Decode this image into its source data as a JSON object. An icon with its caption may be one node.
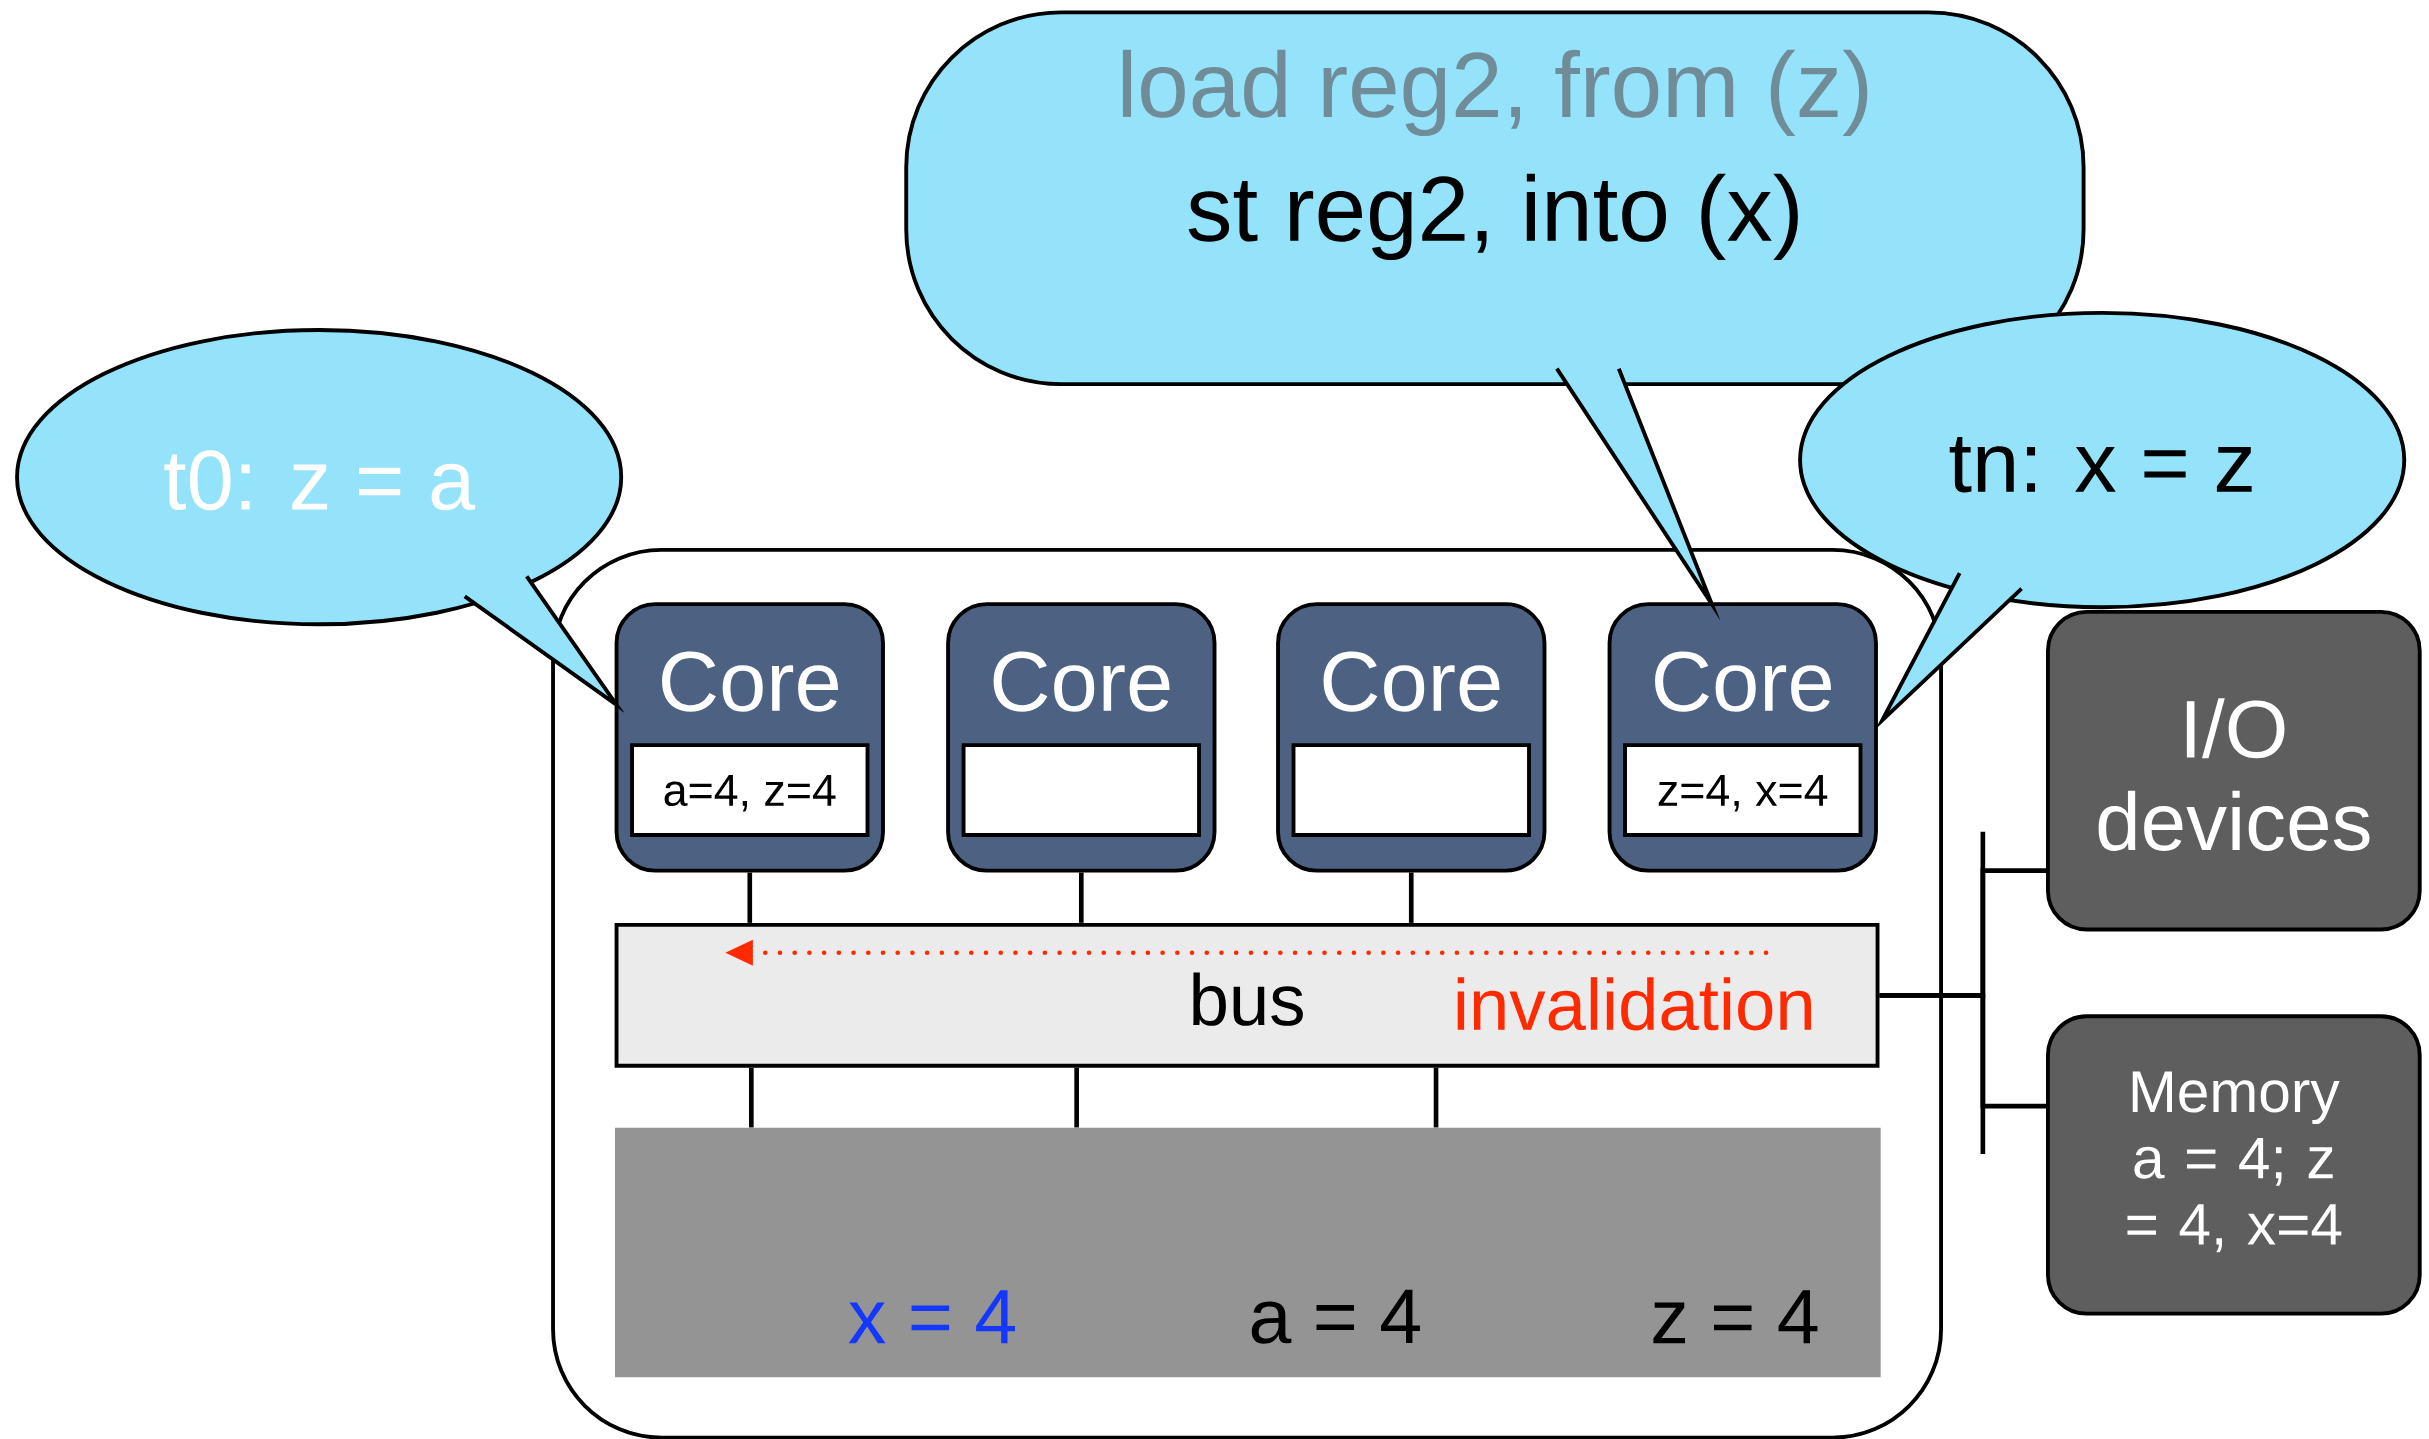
{
  "diagram": {
    "nodes": [
      {
        "text": [],
        "shape": "box"
      },
      {
        "text": [
          "Core"
        ],
        "in": 0
      },
      {
        "text": [
          "a=4, z=4"
        ],
        "in": 1
      },
      {
        "text": [
          "Core"
        ],
        "in": 0
      },
      {
        "text": [],
        "shape": "box",
        "in": 3
      },
      {
        "text": [
          "Core"
        ],
        "in": 0
      },
      {
        "text": [],
        "shape": "box",
        "in": 5
      },
      {
        "text": [
          "Core"
        ],
        "in": 0
      },
      {
        "text": [
          "z=4, x=4"
        ],
        "in": 7
      },
      {
        "text": [
          "bus",
          "invalidation"
        ],
        "in": 0
      },
      {
        "text": [
          "x = 4",
          "a = 4",
          "z = 4"
        ],
        "in": 0
      },
      {
        "text": [
          "I/O devices"
        ]
      },
      {
        "text": [
          "Memory a = 4; z = 4, x=4"
        ]
      },
      {
        "text": [
          "t0: z = a"
        ]
      },
      {
        "text": [
          "load reg2, from (z)",
          "st reg2, into (x)"
        ]
      },
      {
        "text": [
          "tn: x = z"
        ]
      }
    ],
    "edges": [
      {
        "from": 1,
        "to": 9,
        "arrow": "none"
      },
      {
        "from": 3,
        "to": 9,
        "arrow": "none"
      },
      {
        "from": 5,
        "to": 9,
        "arrow": "none"
      },
      {
        "from": 9,
        "to": 10,
        "arrow": "none"
      },
      {
        "from": 9,
        "to": 10,
        "arrow": "none"
      },
      {
        "from": 9,
        "to": 10,
        "arrow": "none"
      },
      {
        "from": 9,
        "to": 11,
        "arrow": "none"
      },
      {
        "from": 9,
        "to": 12,
        "arrow": "none"
      }
    ]
  }
}
